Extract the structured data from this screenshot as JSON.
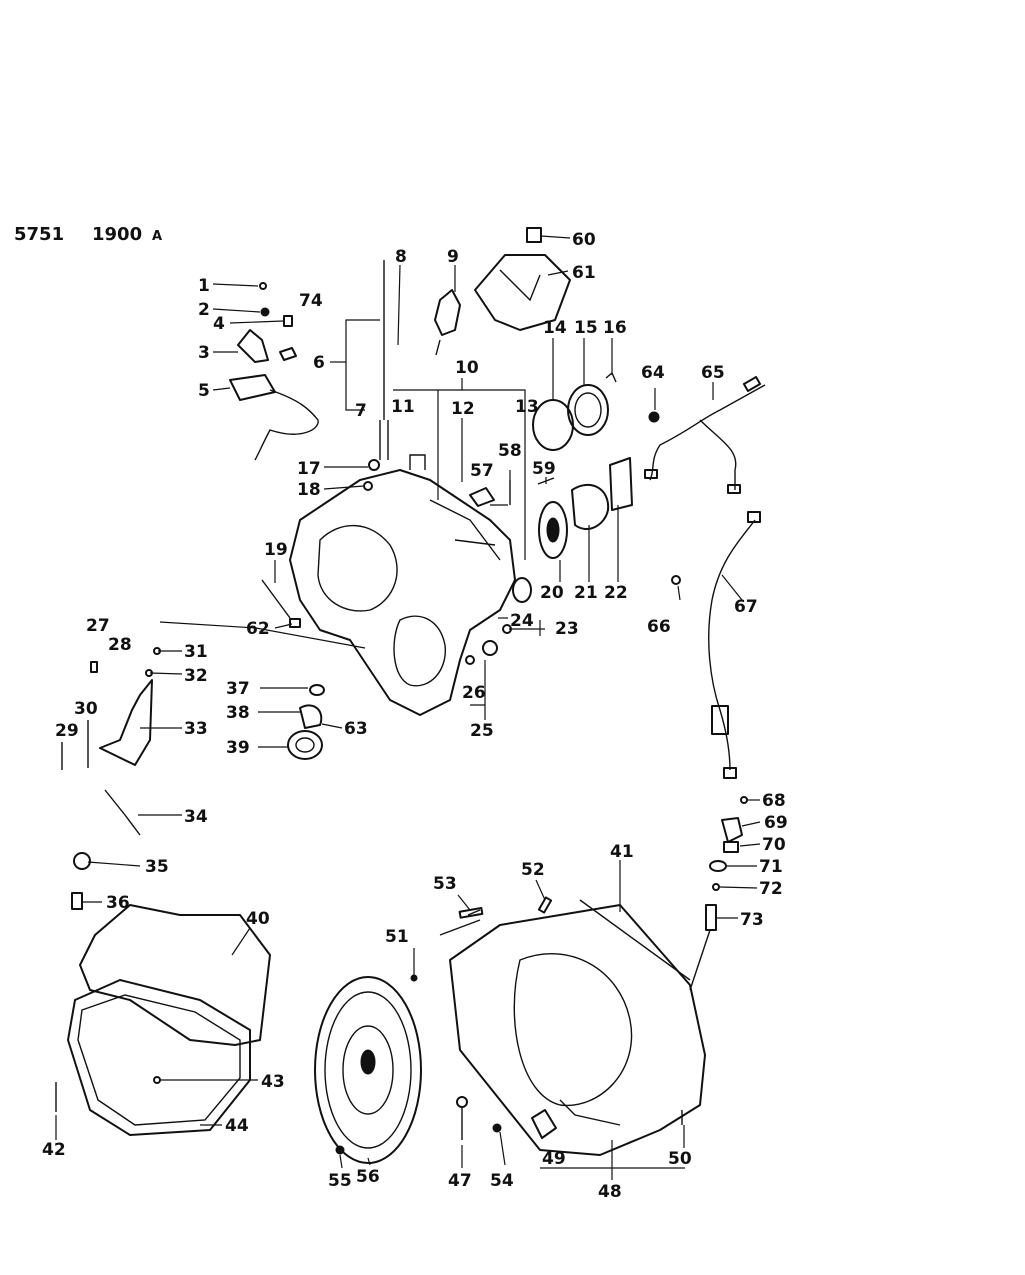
{
  "header": {
    "diagram_code": "5751",
    "group_code": "1900",
    "suffix": "A"
  },
  "callouts": [
    "1",
    "2",
    "3",
    "4",
    "5",
    "6",
    "7",
    "8",
    "9",
    "10",
    "11",
    "12",
    "13",
    "14",
    "15",
    "16",
    "17",
    "18",
    "19",
    "20",
    "21",
    "22",
    "23",
    "24",
    "25",
    "26",
    "27",
    "28",
    "29",
    "30",
    "31",
    "32",
    "33",
    "34",
    "35",
    "36",
    "37",
    "38",
    "39",
    "40",
    "41",
    "42",
    "43",
    "44",
    "47",
    "48",
    "49",
    "50",
    "51",
    "52",
    "53",
    "54",
    "55",
    "56",
    "57",
    "58",
    "59",
    "60",
    "61",
    "62",
    "63",
    "64",
    "65",
    "66",
    "67",
    "68",
    "69",
    "70",
    "71",
    "72",
    "73",
    "74"
  ],
  "colors": {
    "ink": "#111111",
    "paper": "#ffffff"
  }
}
